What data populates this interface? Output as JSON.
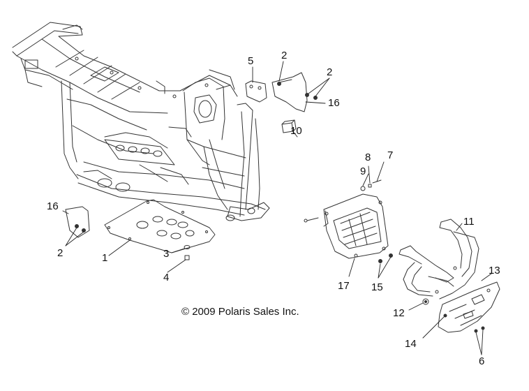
{
  "copyright": "© 2009 Polaris Sales Inc.",
  "callouts": {
    "c5": "5",
    "c2_top": "2",
    "c2_right": "2",
    "c16_top": "16",
    "c10": "10",
    "c9": "9",
    "c8": "8",
    "c7": "7",
    "c16_left": "16",
    "c2_left": "2",
    "c1": "1",
    "c3": "3",
    "c4": "4",
    "c11": "11",
    "c17": "17",
    "c15": "15",
    "c13": "13",
    "c12": "12",
    "c14": "14",
    "c6": "6"
  }
}
